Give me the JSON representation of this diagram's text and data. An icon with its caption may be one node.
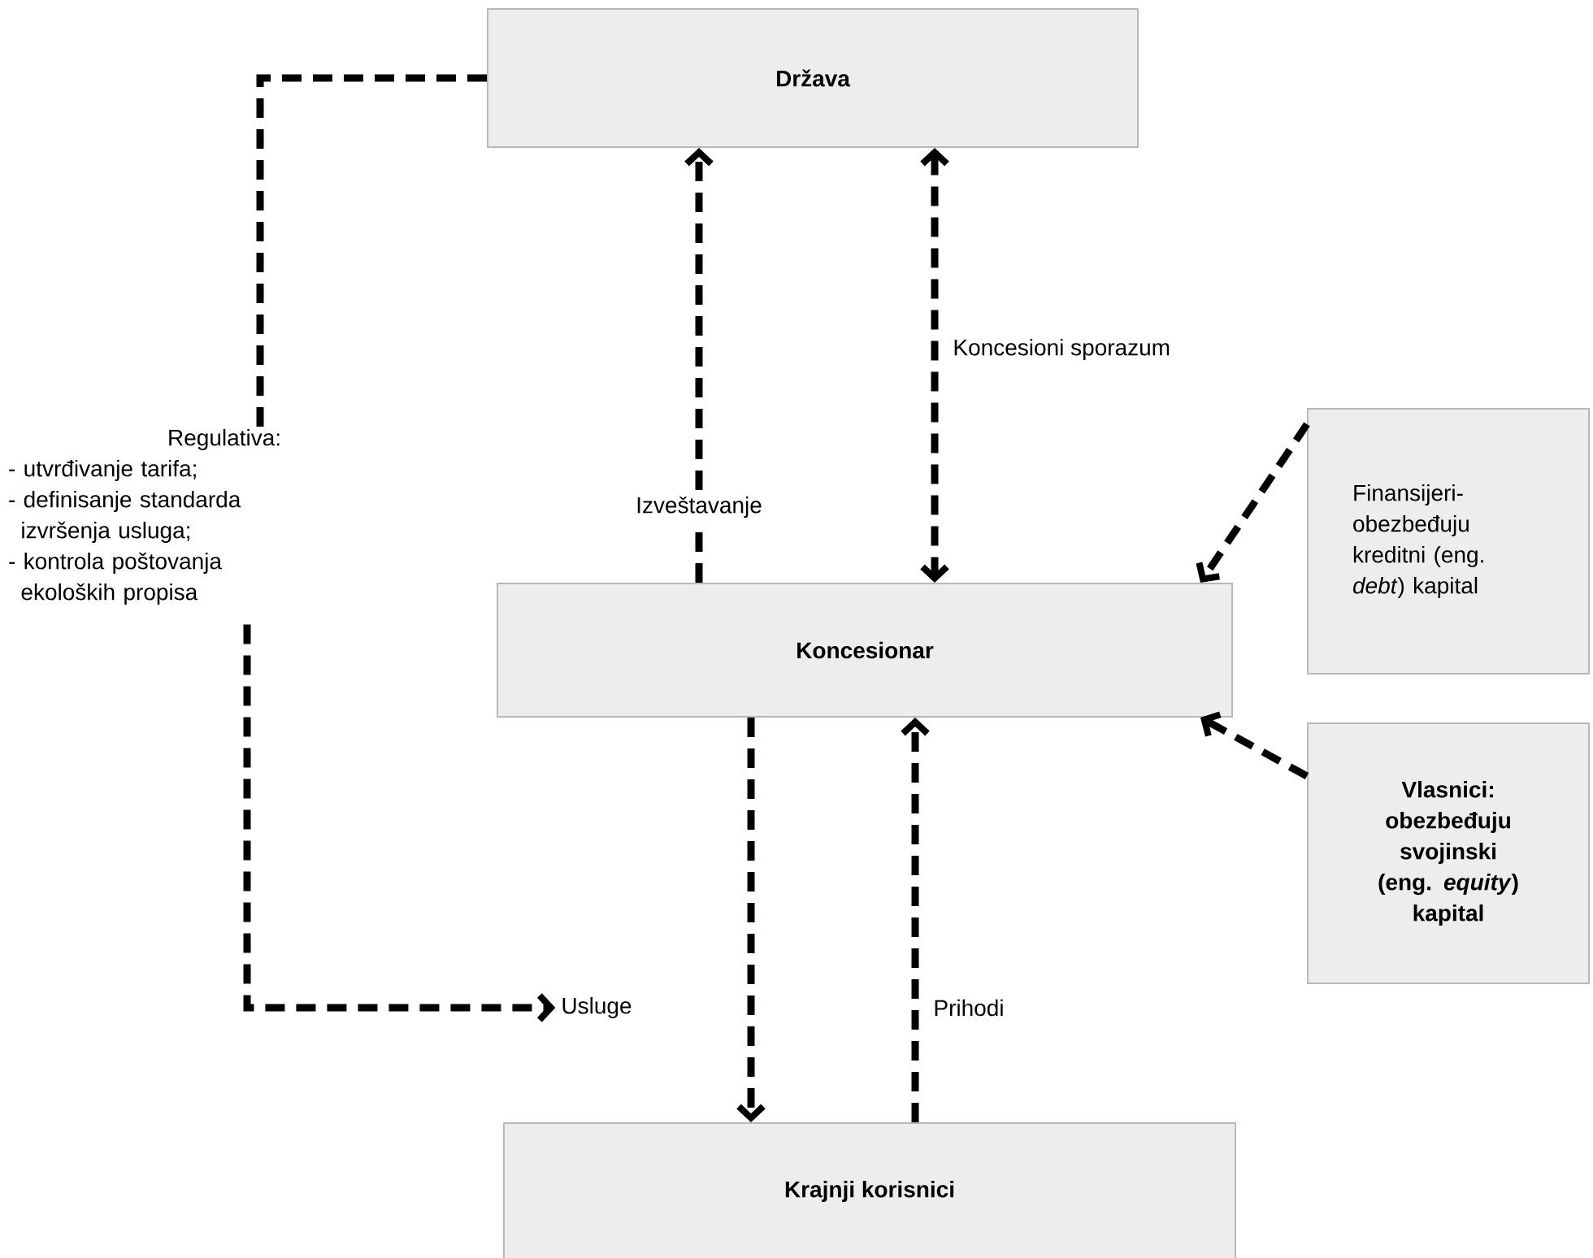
{
  "diagram": {
    "nodes": [
      {
        "text": [
          "Država"
        ]
      },
      {
        "text": [
          "Koncesionar"
        ]
      },
      {
        "text": [
          "Krajnji korisnici"
        ]
      },
      {
        "text": [
          "Finansijeri- obezbeđuju kreditni (eng. *debt*) kapital"
        ]
      },
      {
        "text": [
          "Vlasnici: obezbeđuju svojinski (eng. *equity*) kapital"
        ]
      },
      {
        "text": [
          "Regulativa:",
          "- utvrđivanje tarifa;",
          "- definisanje standarda izvršenja usluga;",
          "- kontrola poštovanja ekoloških propisa"
        ]
      },
      {
        "text": [
          "Usluge"
        ]
      }
    ],
    "edges": [
      {
        "from": 0,
        "to": 5,
        "arrow": "none"
      },
      {
        "from": 5,
        "to": 6,
        "arrow": "to"
      },
      {
        "from": 1,
        "to": 0,
        "arrow": "to",
        "label": "Izveštavanje"
      },
      {
        "from": 0,
        "to": 1,
        "arrow": "both",
        "label": "Koncesioni sporazum"
      },
      {
        "from": 1,
        "to": 2,
        "arrow": "to"
      },
      {
        "from": 2,
        "to": 1,
        "arrow": "to",
        "label": "Prihodi"
      },
      {
        "from": 3,
        "to": 1,
        "arrow": "to"
      },
      {
        "from": 4,
        "to": 1,
        "arrow": "to"
      }
    ]
  }
}
